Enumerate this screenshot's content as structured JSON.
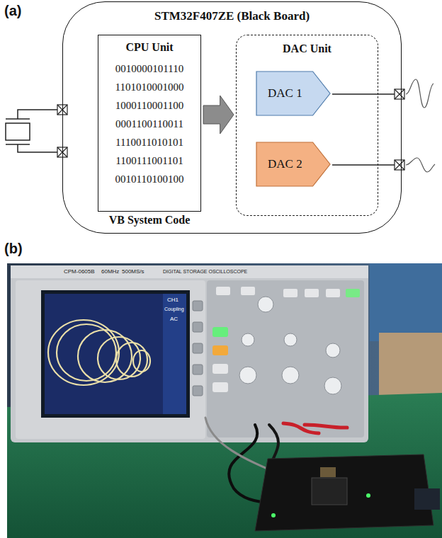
{
  "diagram": {
    "nodes": [
      {
        "text": [
          "STM32F407ZE (Black Board)"
        ]
      },
      {
        "text": [
          "CPU Unit",
          "0010000101110 1101010001000 1000110001100 0001100110011 1110011010101 1100111001101 0010110100100",
          "VB System Code"
        ],
        "in": 0
      },
      {
        "text": [
          "DAC Unit"
        ],
        "in": 0
      },
      {
        "text": [
          "DAC 1"
        ],
        "in": 2
      },
      {
        "text": [
          "DAC 2"
        ],
        "in": 2
      }
    ],
    "edges": [
      {
        "from": 1,
        "to": 2,
        "arrow": "to"
      }
    ],
    "labels": [
      "(a)",
      "(b)",
      "CPM-0605B",
      "60MHz",
      "500MS/s",
      "DIGITAL STORAGE OSCILLOSCOPE",
      "CH1",
      "Coupling",
      "AC"
    ]
  }
}
